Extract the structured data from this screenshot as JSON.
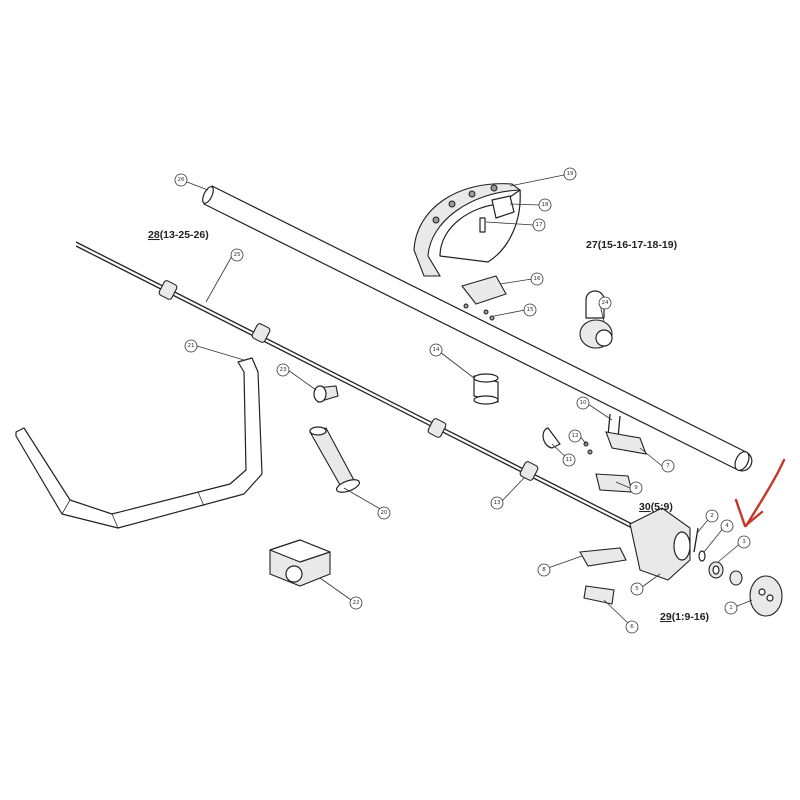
{
  "groups": {
    "g28": {
      "num": "28",
      "rest": "(13-25-26)"
    },
    "g27": {
      "num": "27",
      "rest": "(15-16-17-18-19)"
    },
    "g30": {
      "num": "30",
      "rest": "(5:9)"
    },
    "g29": {
      "num": "29",
      "rest": "(1:9-16)"
    }
  },
  "callouts": {
    "c26": "26",
    "c19": "19",
    "c18": "18",
    "c17": "17",
    "c16": "16",
    "c15": "15",
    "c25": "25",
    "c24": "24",
    "c21": "21",
    "c23": "23",
    "c14": "14",
    "c10": "10",
    "c12": "12",
    "c11": "11",
    "c7": "7",
    "c9": "9",
    "c20": "20",
    "c13": "13",
    "c2": "2",
    "c4": "4",
    "c3": "3",
    "c8": "8",
    "c5": "5",
    "c6": "6",
    "c1": "1",
    "c22": "22"
  },
  "colors": {
    "arrow": "#c0392b",
    "line": "#222222"
  }
}
